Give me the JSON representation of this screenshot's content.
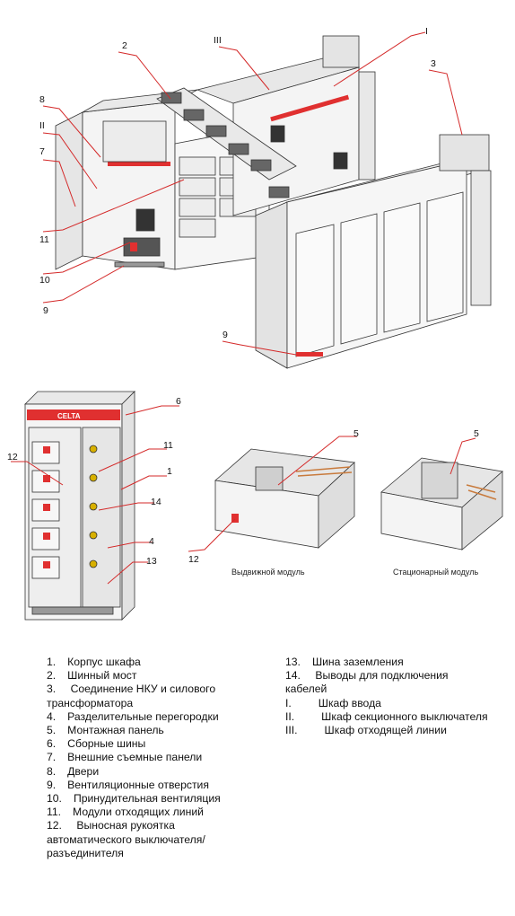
{
  "callouts": {
    "top": [
      "2",
      "III",
      "I",
      "3",
      "8",
      "II",
      "7",
      "11",
      "10",
      "9",
      "9"
    ],
    "cabinet": [
      "6",
      "11",
      "12",
      "1",
      "14",
      "4",
      "13"
    ],
    "modules": [
      "5",
      "5",
      "12"
    ]
  },
  "cabinet_brand": "CELTA",
  "captions": {
    "withdrawable": "Выдвижной модуль",
    "stationary": "Стационарный модуль"
  },
  "legend_left": [
    {
      "num": "1.",
      "text": "Корпус шкафа"
    },
    {
      "num": "2.",
      "text": "Шинный мост"
    },
    {
      "num": "3.",
      "text": "Соединение НКУ и силового трансформатора"
    },
    {
      "num": "4.",
      "text": "Разделительные перегородки"
    },
    {
      "num": "5.",
      "text": "Монтажная панель"
    },
    {
      "num": "6.",
      "text": "Сборные шины"
    },
    {
      "num": "7.",
      "text": "Внешние съемные панели"
    },
    {
      "num": "8.",
      "text": "Двери"
    },
    {
      "num": "9.",
      "text": "Вентиляционные отверстия"
    },
    {
      "num": "10.",
      "text": "Принудительная вентиляция"
    },
    {
      "num": "11.",
      "text": "Модули отходящих линий"
    },
    {
      "num": "12.",
      "text": "Выносная рукоятка автоматического выключателя/разъединителя"
    }
  ],
  "legend_right": [
    {
      "num": "13.",
      "text": "Шина заземления"
    },
    {
      "num": "14.",
      "text": "Выводы для подключения кабелей"
    },
    {
      "num": "I.",
      "text": "Шкаф ввода"
    },
    {
      "num": "II.",
      "text": "Шкаф секционного выключателя"
    },
    {
      "num": "III.",
      "text": "Шкаф отходящей линии"
    }
  ],
  "colors": {
    "leader": "#d42a2a",
    "line": "#333333",
    "panel": "#f1f1f1",
    "panel_dark": "#cfcfcf",
    "accent_red": "#e03030"
  }
}
